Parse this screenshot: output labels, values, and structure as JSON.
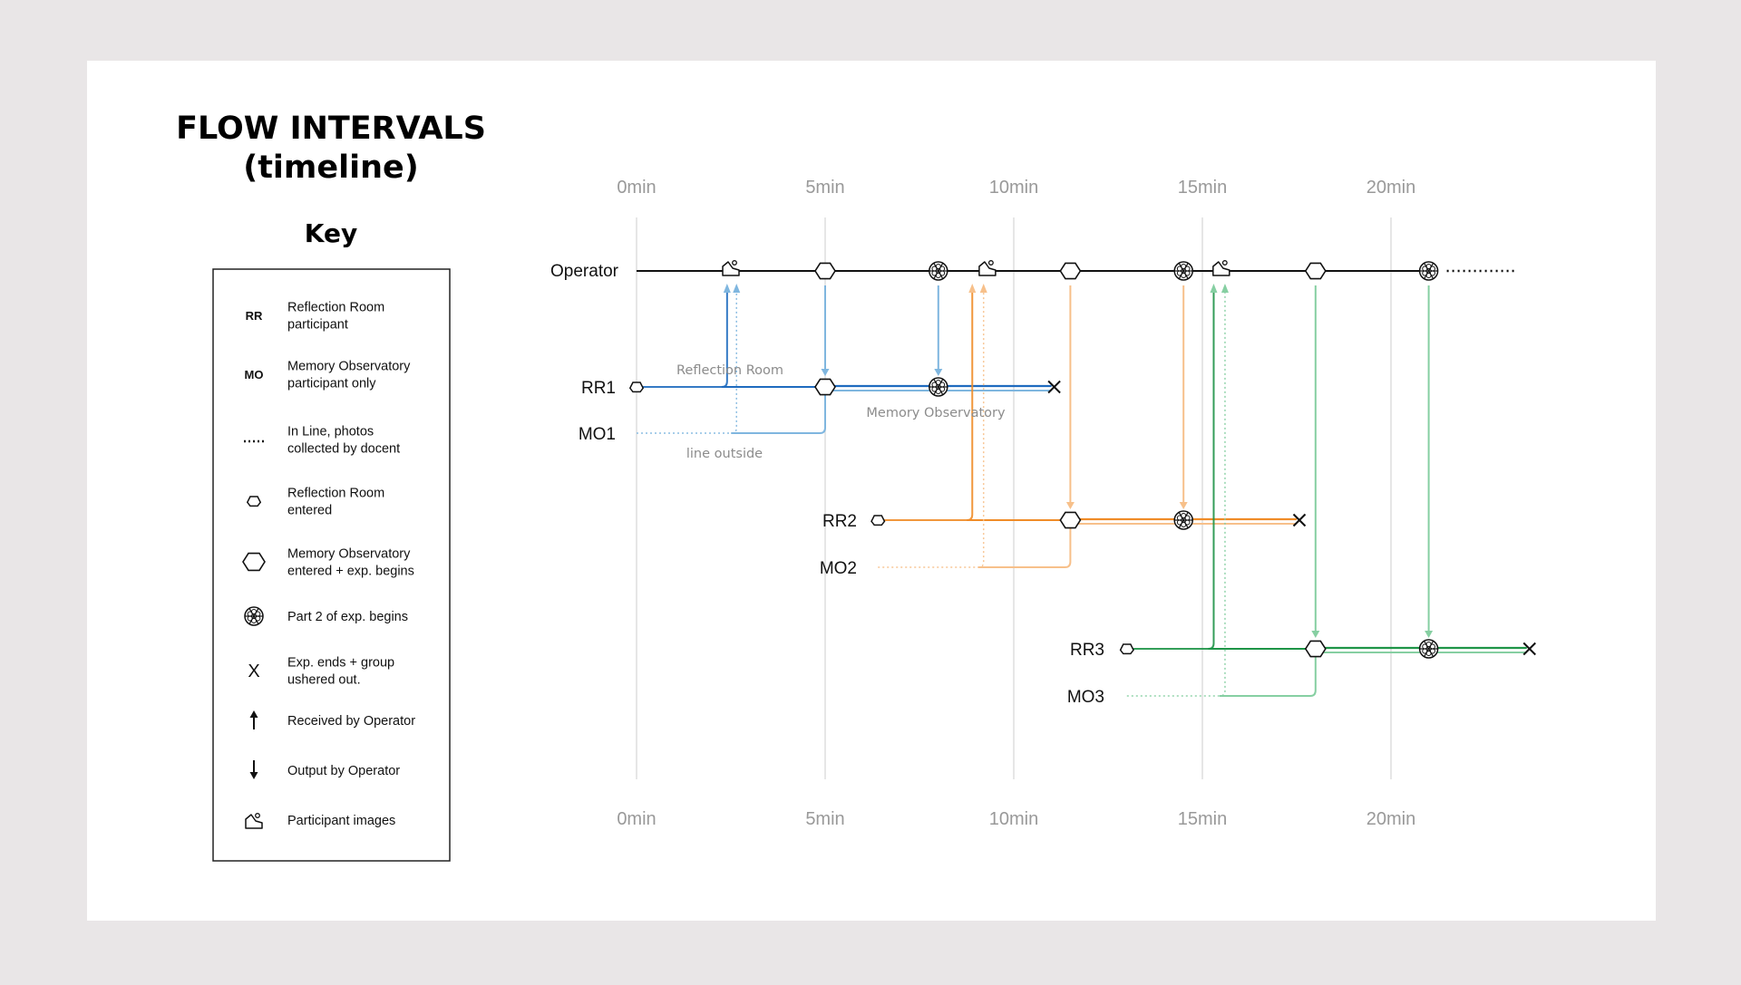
{
  "title_line1": "FLOW INTERVALS",
  "title_line2": "(timeline)",
  "key_heading": "Key",
  "key": [
    {
      "symbol": "RR",
      "icon": "abbrev-text",
      "lines": [
        "Reflection Room",
        "participant"
      ]
    },
    {
      "symbol": "MO",
      "icon": "abbrev-text",
      "lines": [
        "Memory Observatory",
        "participant only"
      ]
    },
    {
      "symbol": "",
      "icon": "dotted-line-icon",
      "lines": [
        "In Line, photos",
        "collected by docent"
      ]
    },
    {
      "symbol": "",
      "icon": "small-hexagon-icon",
      "lines": [
        "Reflection Room",
        "entered"
      ]
    },
    {
      "symbol": "",
      "icon": "hexagon-icon",
      "lines": [
        "Memory Observatory",
        "entered + exp. begins"
      ]
    },
    {
      "symbol": "",
      "icon": "flower-icon",
      "lines": [
        "Part 2 of exp. begins"
      ]
    },
    {
      "symbol": "X",
      "icon": "x-mark",
      "lines": [
        "Exp. ends + group",
        "ushered out."
      ]
    },
    {
      "symbol": "",
      "icon": "arrow-up-icon",
      "lines": [
        "Received by Operator"
      ]
    },
    {
      "symbol": "",
      "icon": "arrow-down-icon",
      "lines": [
        "Output by Operator"
      ]
    },
    {
      "symbol": "",
      "icon": "image-icon",
      "lines": [
        "Participant images"
      ]
    }
  ],
  "ticks": [
    "0min",
    "5min",
    "10min",
    "15min",
    "20min"
  ],
  "tick_minutes": [
    0,
    5,
    10,
    15,
    20
  ],
  "operator_label": "Operator",
  "rows": [
    {
      "rr": "RR1",
      "mo": "MO1",
      "color": "#1f6bbf",
      "light": "#7fb6df"
    },
    {
      "rr": "RR2",
      "mo": "MO2",
      "color": "#f08c28",
      "light": "#f7c08a"
    },
    {
      "rr": "RR3",
      "mo": "MO3",
      "color": "#1e9447",
      "light": "#86cfa2"
    }
  ],
  "annotations": {
    "reflection_room": "Reflection Room",
    "memory_observatory": "Memory Observatory",
    "line_outside": "line outside"
  },
  "operator_events": [
    {
      "type": "image",
      "min": 2.5
    },
    {
      "type": "hexagon",
      "min": 5
    },
    {
      "type": "flower",
      "min": 8
    },
    {
      "type": "image",
      "min": 9.3
    },
    {
      "type": "hexagon",
      "min": 11.5
    },
    {
      "type": "flower",
      "min": 14.5
    },
    {
      "type": "image",
      "min": 15.5
    },
    {
      "type": "hexagon",
      "min": 18
    },
    {
      "type": "flower",
      "min": 21
    }
  ],
  "groups": [
    {
      "rr_start": 0,
      "mo_hex": 5,
      "part2": 8,
      "end": 11,
      "sends": [
        2.4,
        2.65
      ],
      "receives": [
        5,
        8
      ]
    },
    {
      "rr_start": 6.4,
      "mo_hex": 11.5,
      "part2": 14.5,
      "end": 17.5,
      "sends": [
        8.9,
        9.2
      ],
      "receives": [
        11.5,
        14.5
      ]
    },
    {
      "rr_start": 13,
      "mo_hex": 18,
      "part2": 21,
      "end": 23.6,
      "sends": [
        15.3,
        15.6
      ],
      "receives": [
        18,
        21
      ]
    }
  ],
  "operator_continues_until": 23.3,
  "colors": {
    "operator": "#111111",
    "grid": "#dedede",
    "panel": "#ffffff",
    "background": "#e9e6e7"
  }
}
